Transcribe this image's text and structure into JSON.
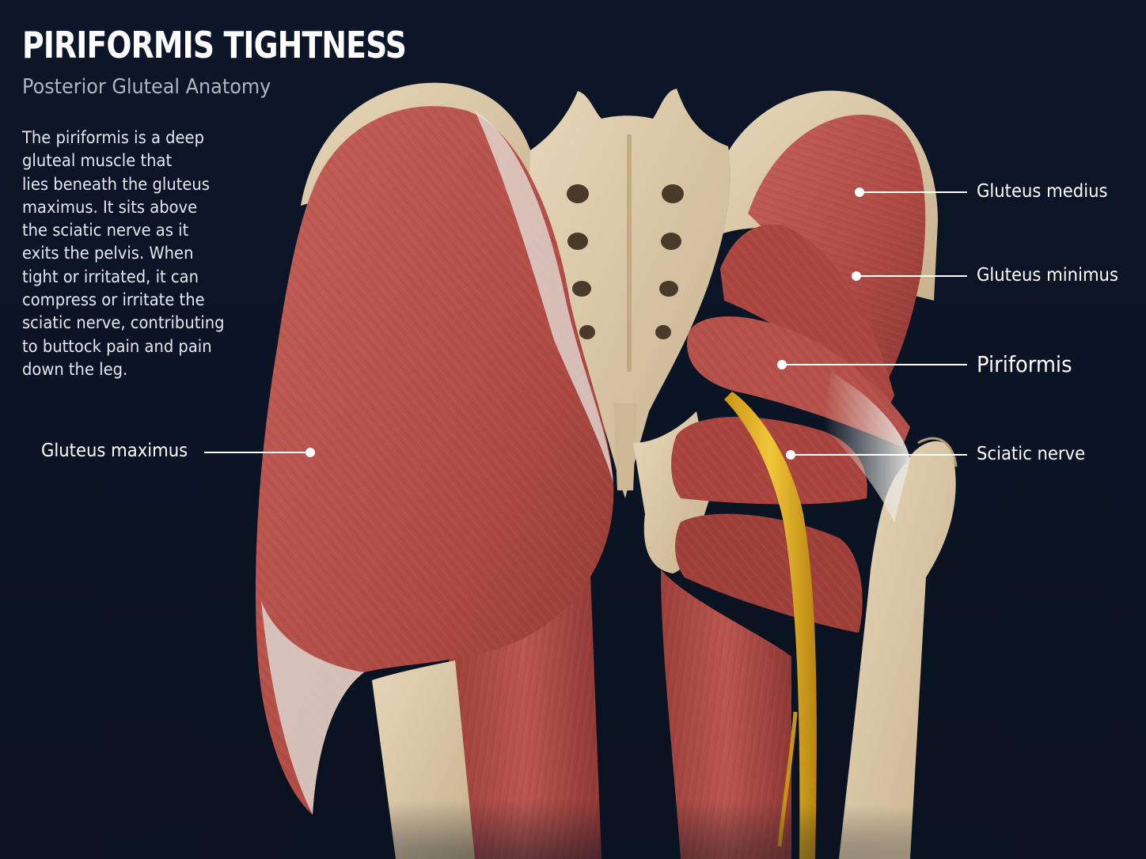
{
  "header": {
    "title": "PIRIFORMIS TIGHTNESS",
    "subtitle": "Posterior Gluteal Anatomy"
  },
  "description": {
    "lines": [
      "The piriformis is a deep",
      "gluteal muscle that",
      "lies beneath the gluteus",
      "maximus. It sits above",
      "the sciatic nerve as it",
      "exits the pelvis. When",
      "tight or irritated, it can",
      "compress or irritate the",
      "sciatic nerve, contributing",
      "to buttock pain and pain",
      "down the leg."
    ]
  },
  "labels": {
    "gluteus_medius": "Gluteus medius",
    "gluteus_minimus": "Gluteus minimus",
    "piriformis": "Piriformis",
    "sciatic_nerve": "Sciatic nerve",
    "gluteus_maximus": "Gluteus maximus"
  },
  "colors": {
    "background": "#0b1424",
    "muscle": "#b5524a",
    "muscle_dark": "#8e3a35",
    "bone": "#dcc9a8",
    "tendon": "#dcdcd6",
    "nerve": "#e8b72a"
  }
}
